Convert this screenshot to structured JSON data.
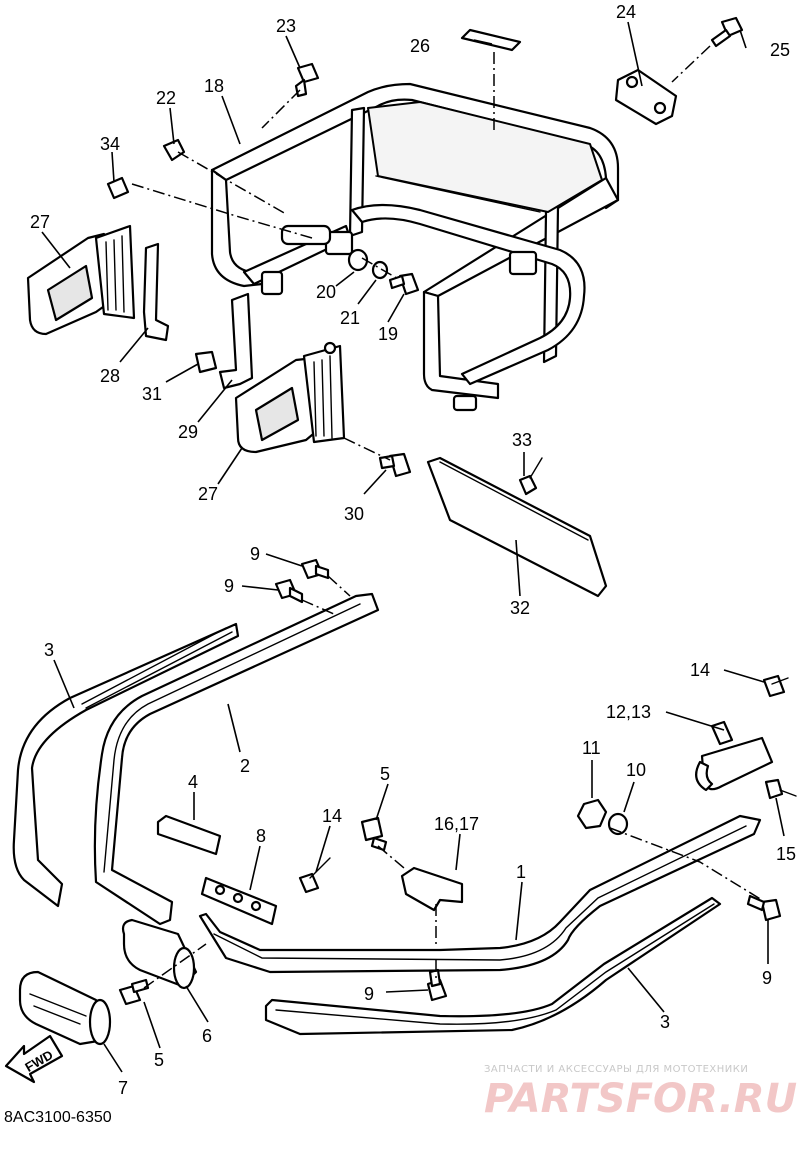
{
  "diagram_code": "8AC3100-6350",
  "fwd_label": "FWD",
  "watermark": {
    "line1": "ЗАПЧАСТИ И АКСЕССУАРЫ ДЛЯ МОТОТЕХНИКИ",
    "line2": "PARTSFOR.RU"
  },
  "callouts": {
    "c1": "1",
    "c2": "2",
    "c3a": "3",
    "c3b": "3",
    "c4": "4",
    "c5a": "5",
    "c5b": "5",
    "c6": "6",
    "c7": "7",
    "c8": "8",
    "c9a": "9",
    "c9b": "9",
    "c9c": "9",
    "c9d": "9",
    "c10": "10",
    "c11": "11",
    "c1213": "12,13",
    "c14a": "14",
    "c14b": "14",
    "c15": "15",
    "c1617": "16,17",
    "c18": "18",
    "c19": "19",
    "c20": "20",
    "c21": "21",
    "c22": "22",
    "c23": "23",
    "c24": "24",
    "c25": "25",
    "c26": "26",
    "c27a": "27",
    "c27b": "27",
    "c28": "28",
    "c29": "29",
    "c30": "30",
    "c31": "31",
    "c32": "32",
    "c33": "33",
    "c34": "34"
  }
}
